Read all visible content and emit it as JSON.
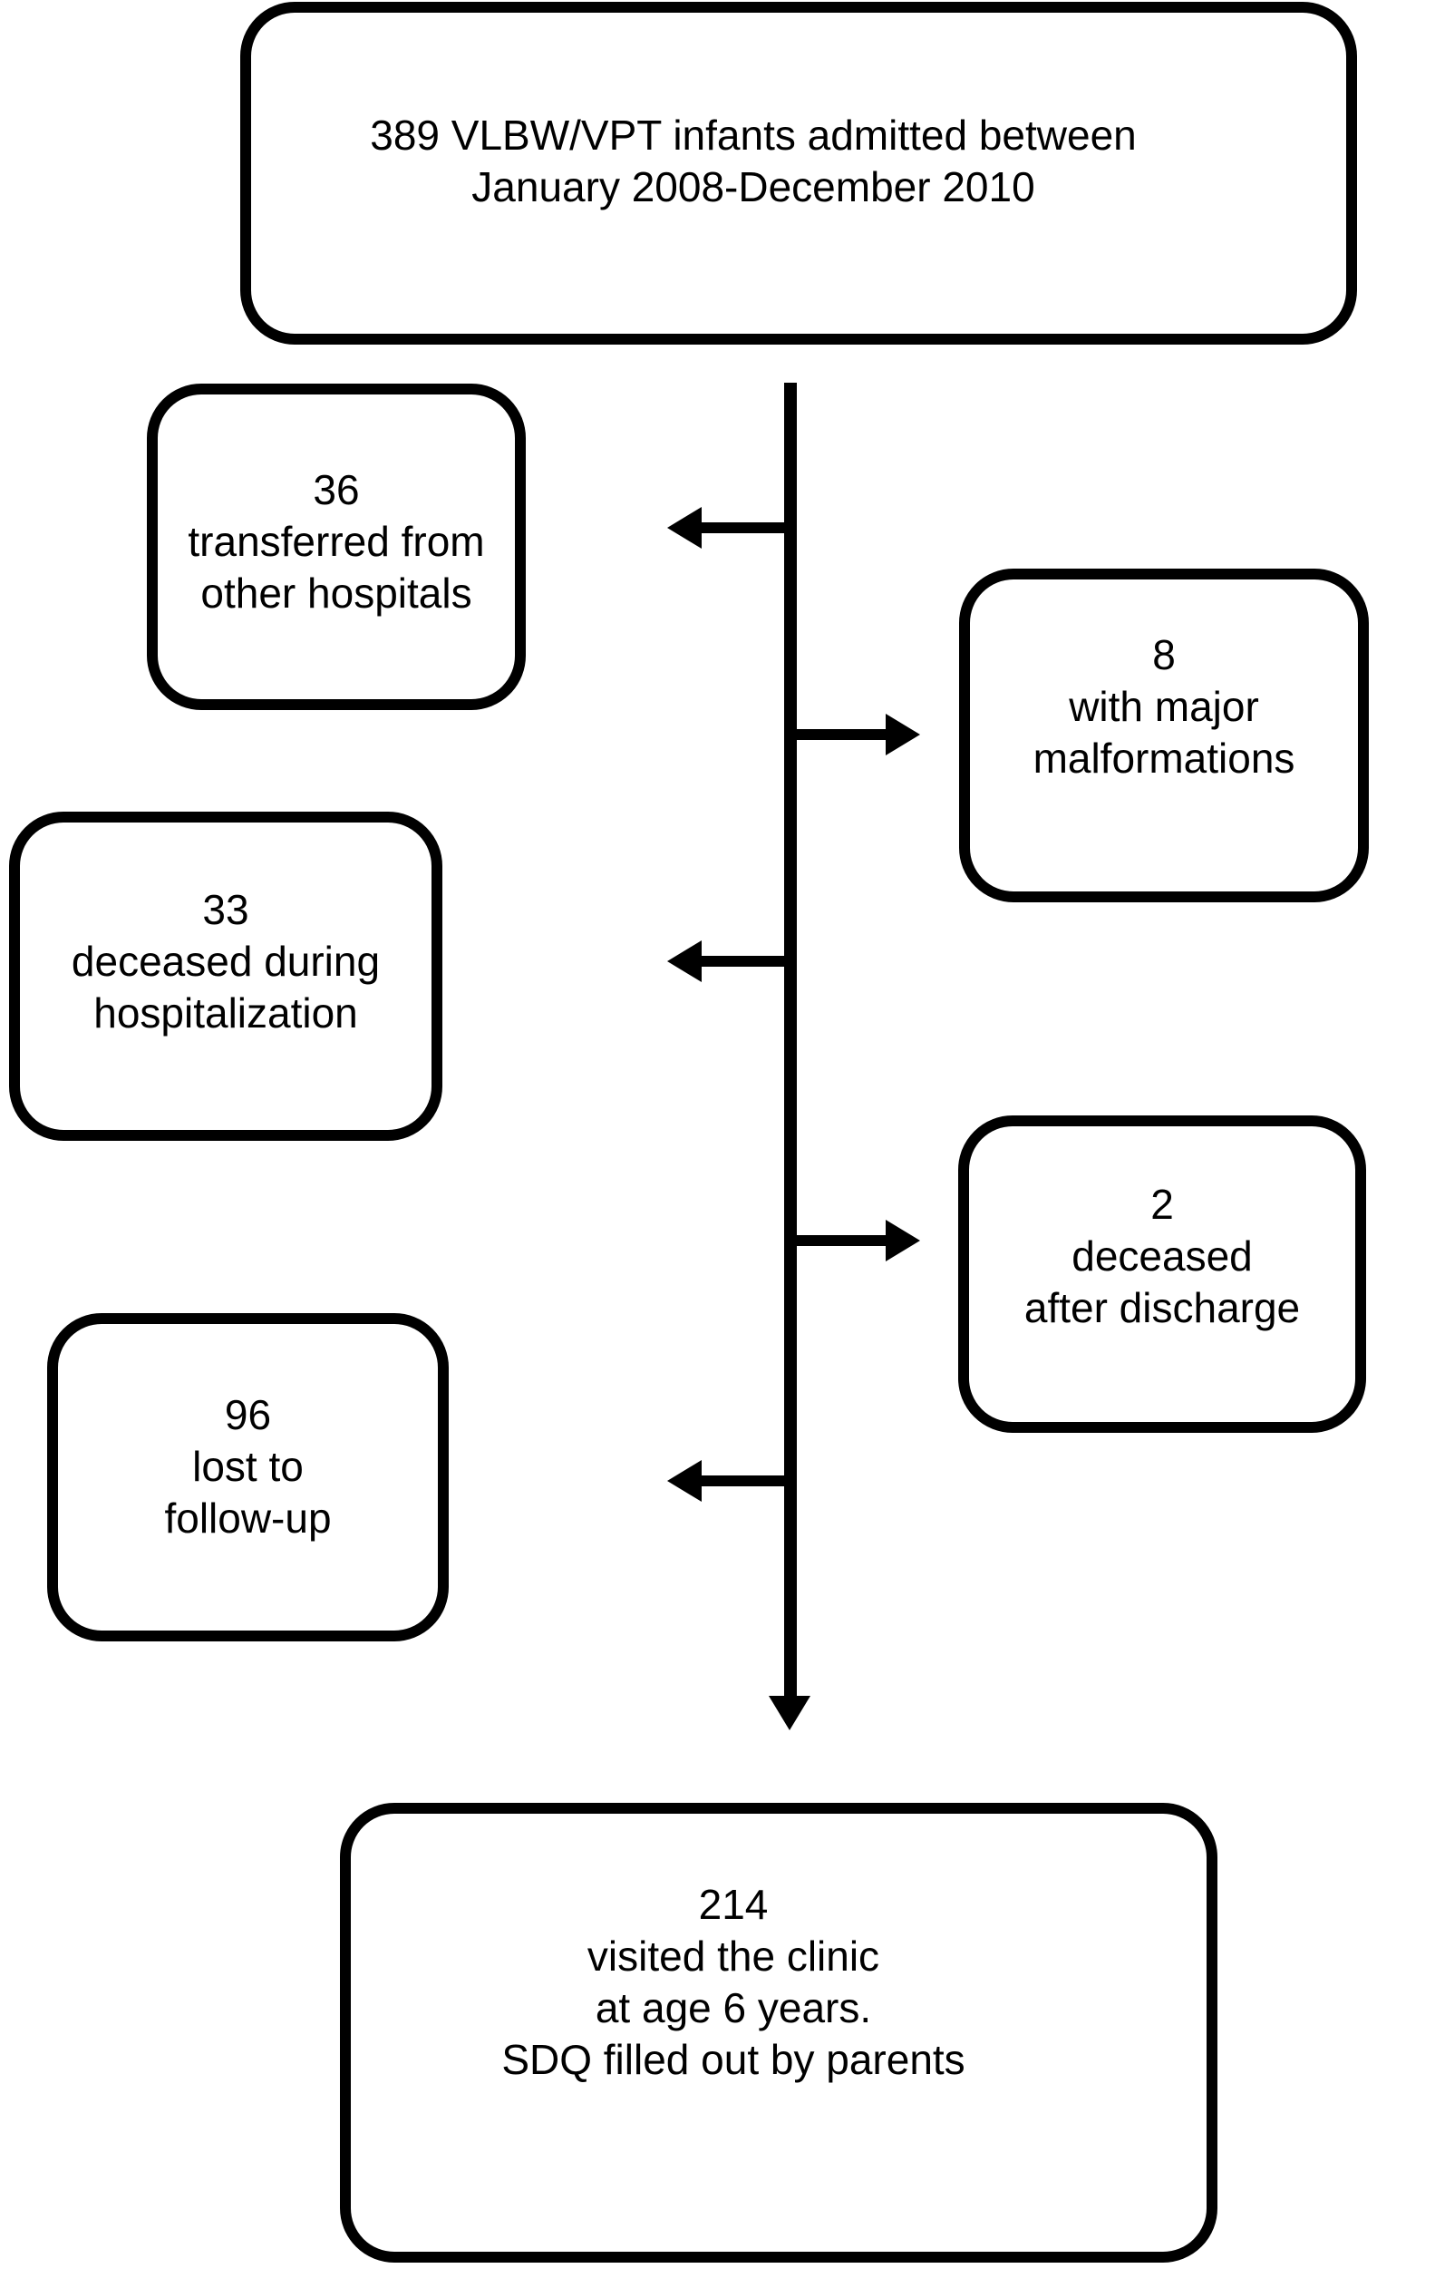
{
  "figure": {
    "type": "flowchart",
    "colors": {
      "ink": "#000000",
      "background": "#ffffff"
    },
    "boxes": {
      "admitted": {
        "lines": [
          "389 VLBW/VPT infants admitted between",
          "January 2008-December 2010"
        ]
      },
      "transferred": {
        "lines": [
          "36",
          "transferred from",
          "other hospitals"
        ]
      },
      "major_malformations": {
        "lines": [
          "8",
          "with major",
          "malformations"
        ]
      },
      "deceased_hospitalization": {
        "lines": [
          "33",
          "deceased during",
          "hospitalization"
        ]
      },
      "deceased_after_discharge": {
        "lines": [
          "2",
          "deceased",
          "after discharge"
        ]
      },
      "lost_to_followup": {
        "lines": [
          "96",
          "lost to",
          "follow-up"
        ]
      },
      "clinic_visit": {
        "lines": [
          "214",
          "visited the clinic",
          "at age 6 years.",
          "SDQ filled out by parents"
        ]
      }
    },
    "connectors": {
      "main_line": "vertical, from admitted box down to clinic_visit box",
      "left_branches": [
        "transferred",
        "deceased_hospitalization",
        "lost_to_followup"
      ],
      "right_branches": [
        "major_malformations",
        "deceased_after_discharge"
      ],
      "end_arrow": "down into clinic_visit"
    }
  }
}
